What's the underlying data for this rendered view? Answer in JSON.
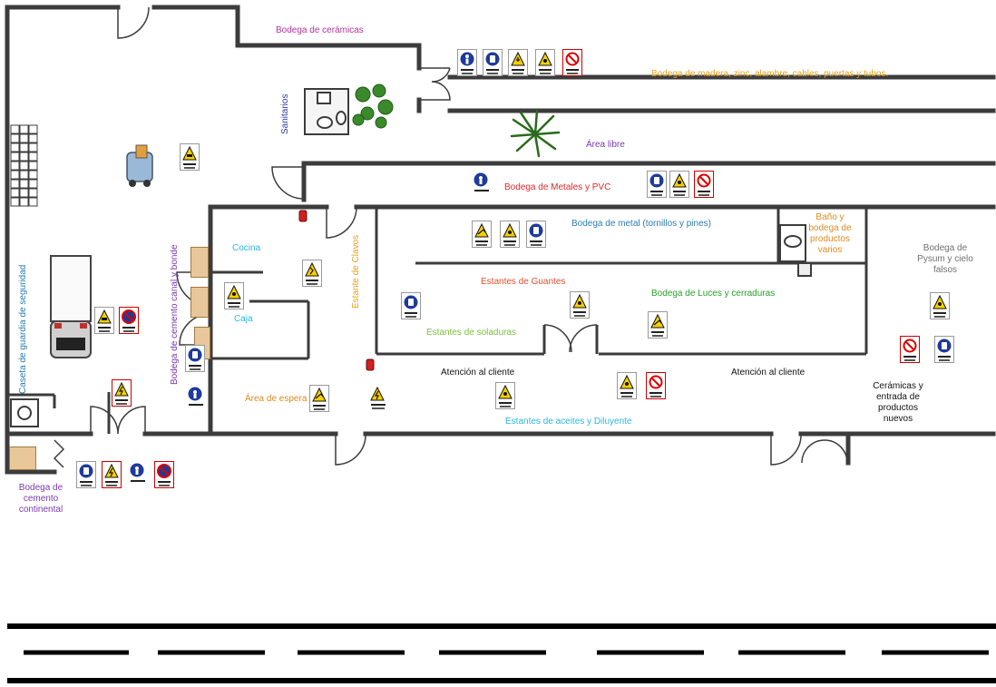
{
  "colors": {
    "wall": "#3c3c3c",
    "magenta": "#b0329a",
    "orange": "#e6a21e",
    "purple": "#7a3ab0",
    "red": "#e02828",
    "blue": "#2a7cb0",
    "green": "#2aa02a",
    "lime": "#7cc040",
    "cyan": "#2ab8e0",
    "amber": "#e08a1e",
    "navy": "#2a3aa0",
    "gray": "#707070",
    "black": "#111111"
  },
  "labels": {
    "bodega_ceramicas": "Bodega de cerámicas",
    "bodega_madera": "Bodega de madera, zinc, alambre, cables, puertas y tubos.",
    "sanitarios": "Sanitarios",
    "area_libre": "Área libre",
    "bodega_metales_pvc": "Bodega de Metales y PVC",
    "bodega_metal": "Bodega de metal (tornillos y pines)",
    "bano_bodega": [
      "Baño y",
      "bodega de",
      "productos",
      "varios"
    ],
    "bodega_pysum": [
      "Bodega de",
      "Pysum y cielo",
      "falsos"
    ],
    "cocina": "Cocina",
    "caja": "Caja",
    "estante_clavos": "Estante de Clavos",
    "estantes_guantes": "Estantes de Guantes",
    "bodega_luces": "Bodega de Luces y cerraduras",
    "estantes_soldaduras": "Estantes de soladuras",
    "atencion_1": "Atención al cliente",
    "atencion_2": "Atención al cliente",
    "ceramicas_entrada": [
      "Cerámicas y",
      "entrada de",
      "productos",
      "nuevos"
    ],
    "area_espera": "Área de espera",
    "estantes_aceites": "Estantes de aceites y Diluyente",
    "caseta_guardia": "Caseta de guardia de seguridad",
    "bodega_cemento_canal": "Bodega de cemento canal y bonde",
    "bodega_cemento_continental": [
      "Bodega de",
      "cemento",
      "continental"
    ]
  },
  "signs": [
    {
      "kind": "mandatory",
      "icon": "person-icon",
      "style": "blue"
    },
    {
      "kind": "mandatory",
      "icon": "helmet-icon",
      "style": "blue"
    },
    {
      "kind": "warning",
      "icon": "fall-icon",
      "style": "yellow"
    },
    {
      "kind": "warning",
      "icon": "slip-icon",
      "style": "yellow"
    },
    {
      "kind": "prohibition",
      "icon": "no-smoking-icon",
      "style": "red"
    }
  ]
}
